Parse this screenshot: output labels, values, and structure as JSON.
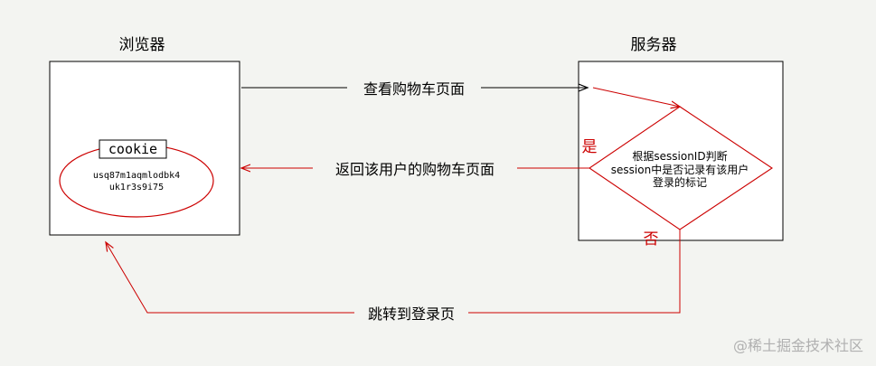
{
  "browser": {
    "title": "浏览器",
    "cookie_label": "cookie",
    "session_id_line1": "usq87m1aqmlodbk4",
    "session_id_line2": "uk1r3s9i75"
  },
  "server": {
    "title": "服务器",
    "decision_line1": "根据sessionID判断",
    "decision_line2": "session中是否记录有该用户",
    "decision_line3": "登录的标记",
    "yes_label": "是",
    "no_label": "否"
  },
  "arrows": {
    "request_label": "查看购物车页面",
    "return_label": "返回该用户的购物车页面",
    "redirect_label": "跳转到登录页"
  },
  "watermark": "@稀土掘金技术社区",
  "colors": {
    "background": "#f3f4f1",
    "black": "#000000",
    "red": "#cc0000",
    "watermark": "#b0b0b0"
  }
}
